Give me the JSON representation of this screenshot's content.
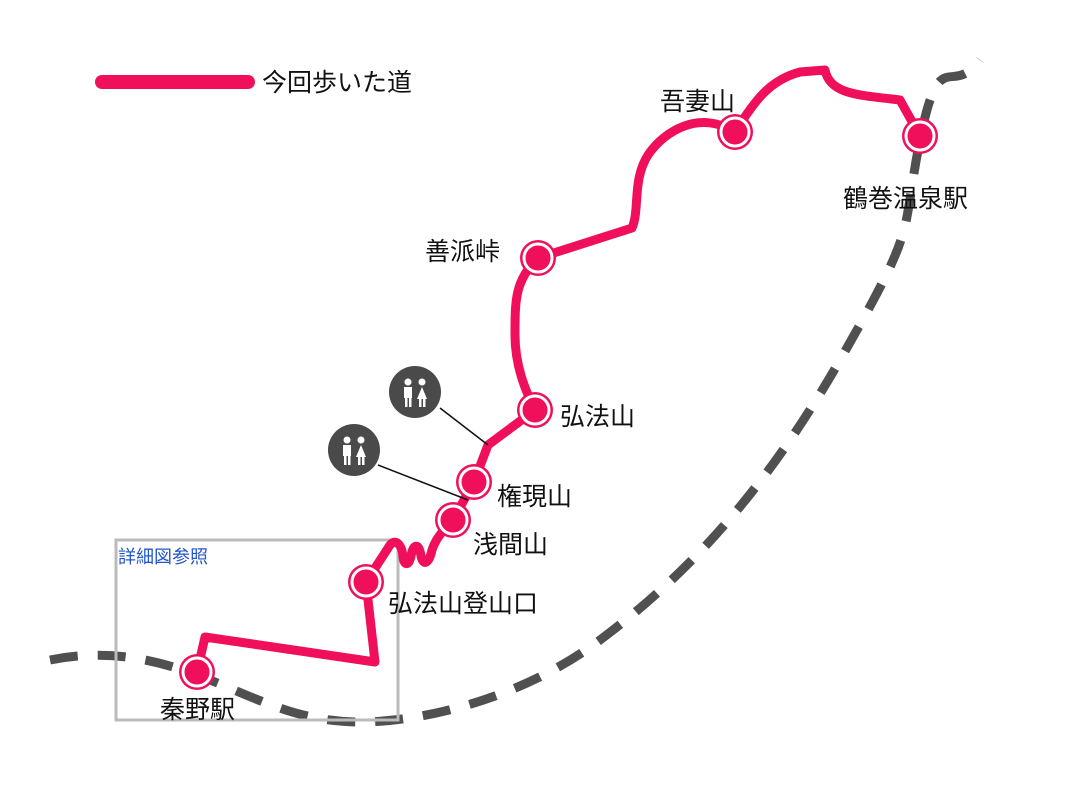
{
  "legend": {
    "label": "今回歩いた道"
  },
  "detail_box": {
    "label": "詳細図参照"
  },
  "stations": [
    {
      "id": "hadano",
      "label": "秦野駅"
    },
    {
      "id": "tsurumaki",
      "label": "鶴巻温泉駅"
    }
  ],
  "points": [
    {
      "id": "koboyama_trailhead",
      "label": "弘法山登山口"
    },
    {
      "id": "sengenyama",
      "label": "浅間山"
    },
    {
      "id": "gongenyama",
      "label": "権現山"
    },
    {
      "id": "koboyama",
      "label": "弘法山"
    },
    {
      "id": "zenpatoge",
      "label": "善派峠"
    },
    {
      "id": "azumayama",
      "label": "吾妻山"
    }
  ],
  "toilets": [
    {
      "id": "toilet-1",
      "icon": "restroom-icon"
    },
    {
      "id": "toilet-2",
      "icon": "restroom-icon"
    }
  ],
  "colors": {
    "route": "#ef0f5a",
    "railway": "#505050",
    "detail_box": "#bbbbbb",
    "detail_label": "#2255cc",
    "toilet_bg": "#4a4a4a"
  }
}
